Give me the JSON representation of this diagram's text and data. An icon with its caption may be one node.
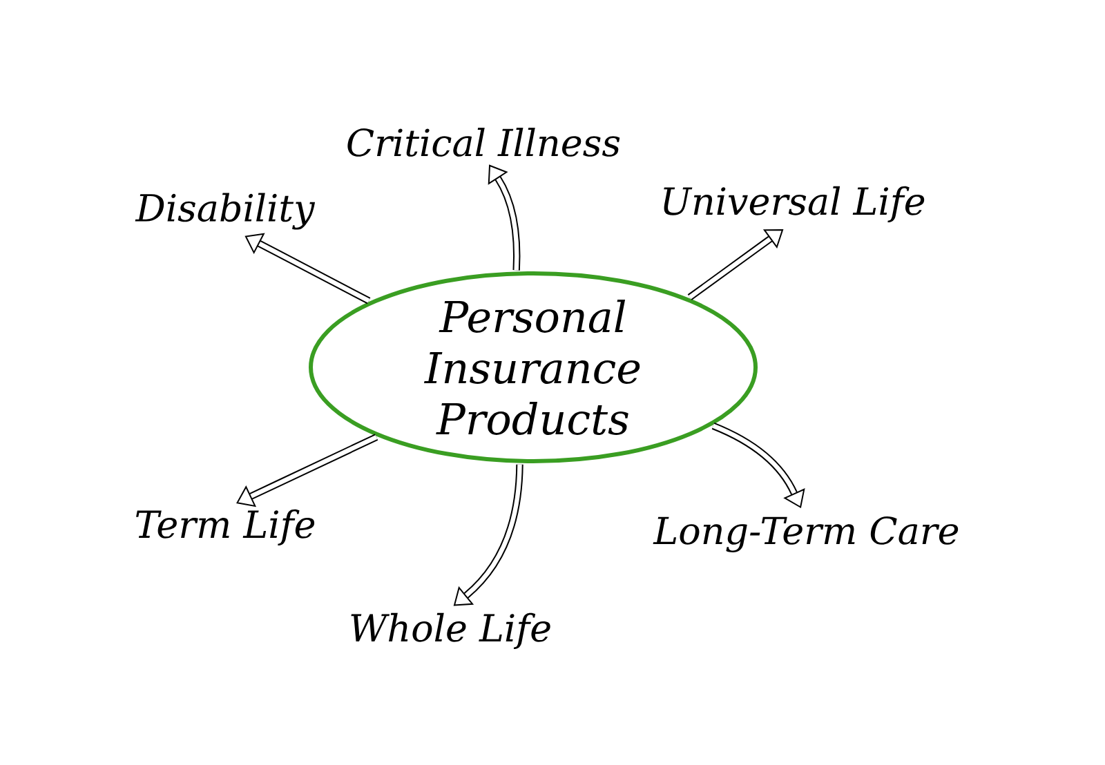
{
  "diagram": {
    "nodes": [
      {
        "text": [
          "Personal Insurance Products"
        ]
      },
      {
        "text": [
          "Critical Illness"
        ]
      },
      {
        "text": [
          "Universal Life"
        ]
      },
      {
        "text": [
          "Disability"
        ]
      },
      {
        "text": [
          "Term Life"
        ]
      },
      {
        "text": [
          "Long-Term Care"
        ]
      },
      {
        "text": [
          "Whole Life"
        ]
      }
    ],
    "edges": [
      {
        "from": 0,
        "to": 1,
        "arrow": "to"
      },
      {
        "from": 0,
        "to": 2,
        "arrow": "to"
      },
      {
        "from": 0,
        "to": 3,
        "arrow": "to"
      },
      {
        "from": 0,
        "to": 4,
        "arrow": "to"
      },
      {
        "from": 0,
        "to": 5,
        "arrow": "to"
      },
      {
        "from": 0,
        "to": 6,
        "arrow": "to"
      }
    ]
  }
}
